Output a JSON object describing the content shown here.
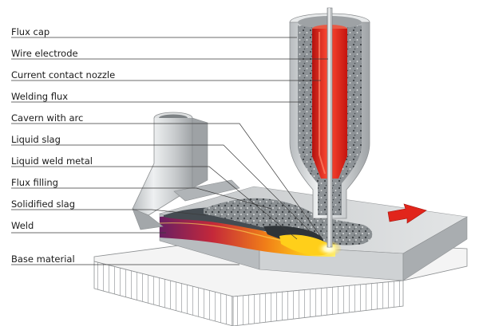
{
  "labels": [
    "Flux cap",
    "Wire electrode",
    "Current contact nozzle",
    "Welding flux",
    "Cavern with arc",
    "Liquid slag",
    "Liquid weld metal",
    "Flux filling",
    "Solidified slag",
    "Weld",
    "Base material"
  ],
  "colors": {
    "electrode": "#e1251b",
    "weld_hot": "#ffd21a",
    "weld_mid": "#f07d18",
    "weld_cool": "#7a1b5e",
    "slag": "#4a5258",
    "steel": "#cfd2d4",
    "arrow": "#e1251b"
  },
  "icons": [
    "direction-arrow-icon"
  ]
}
